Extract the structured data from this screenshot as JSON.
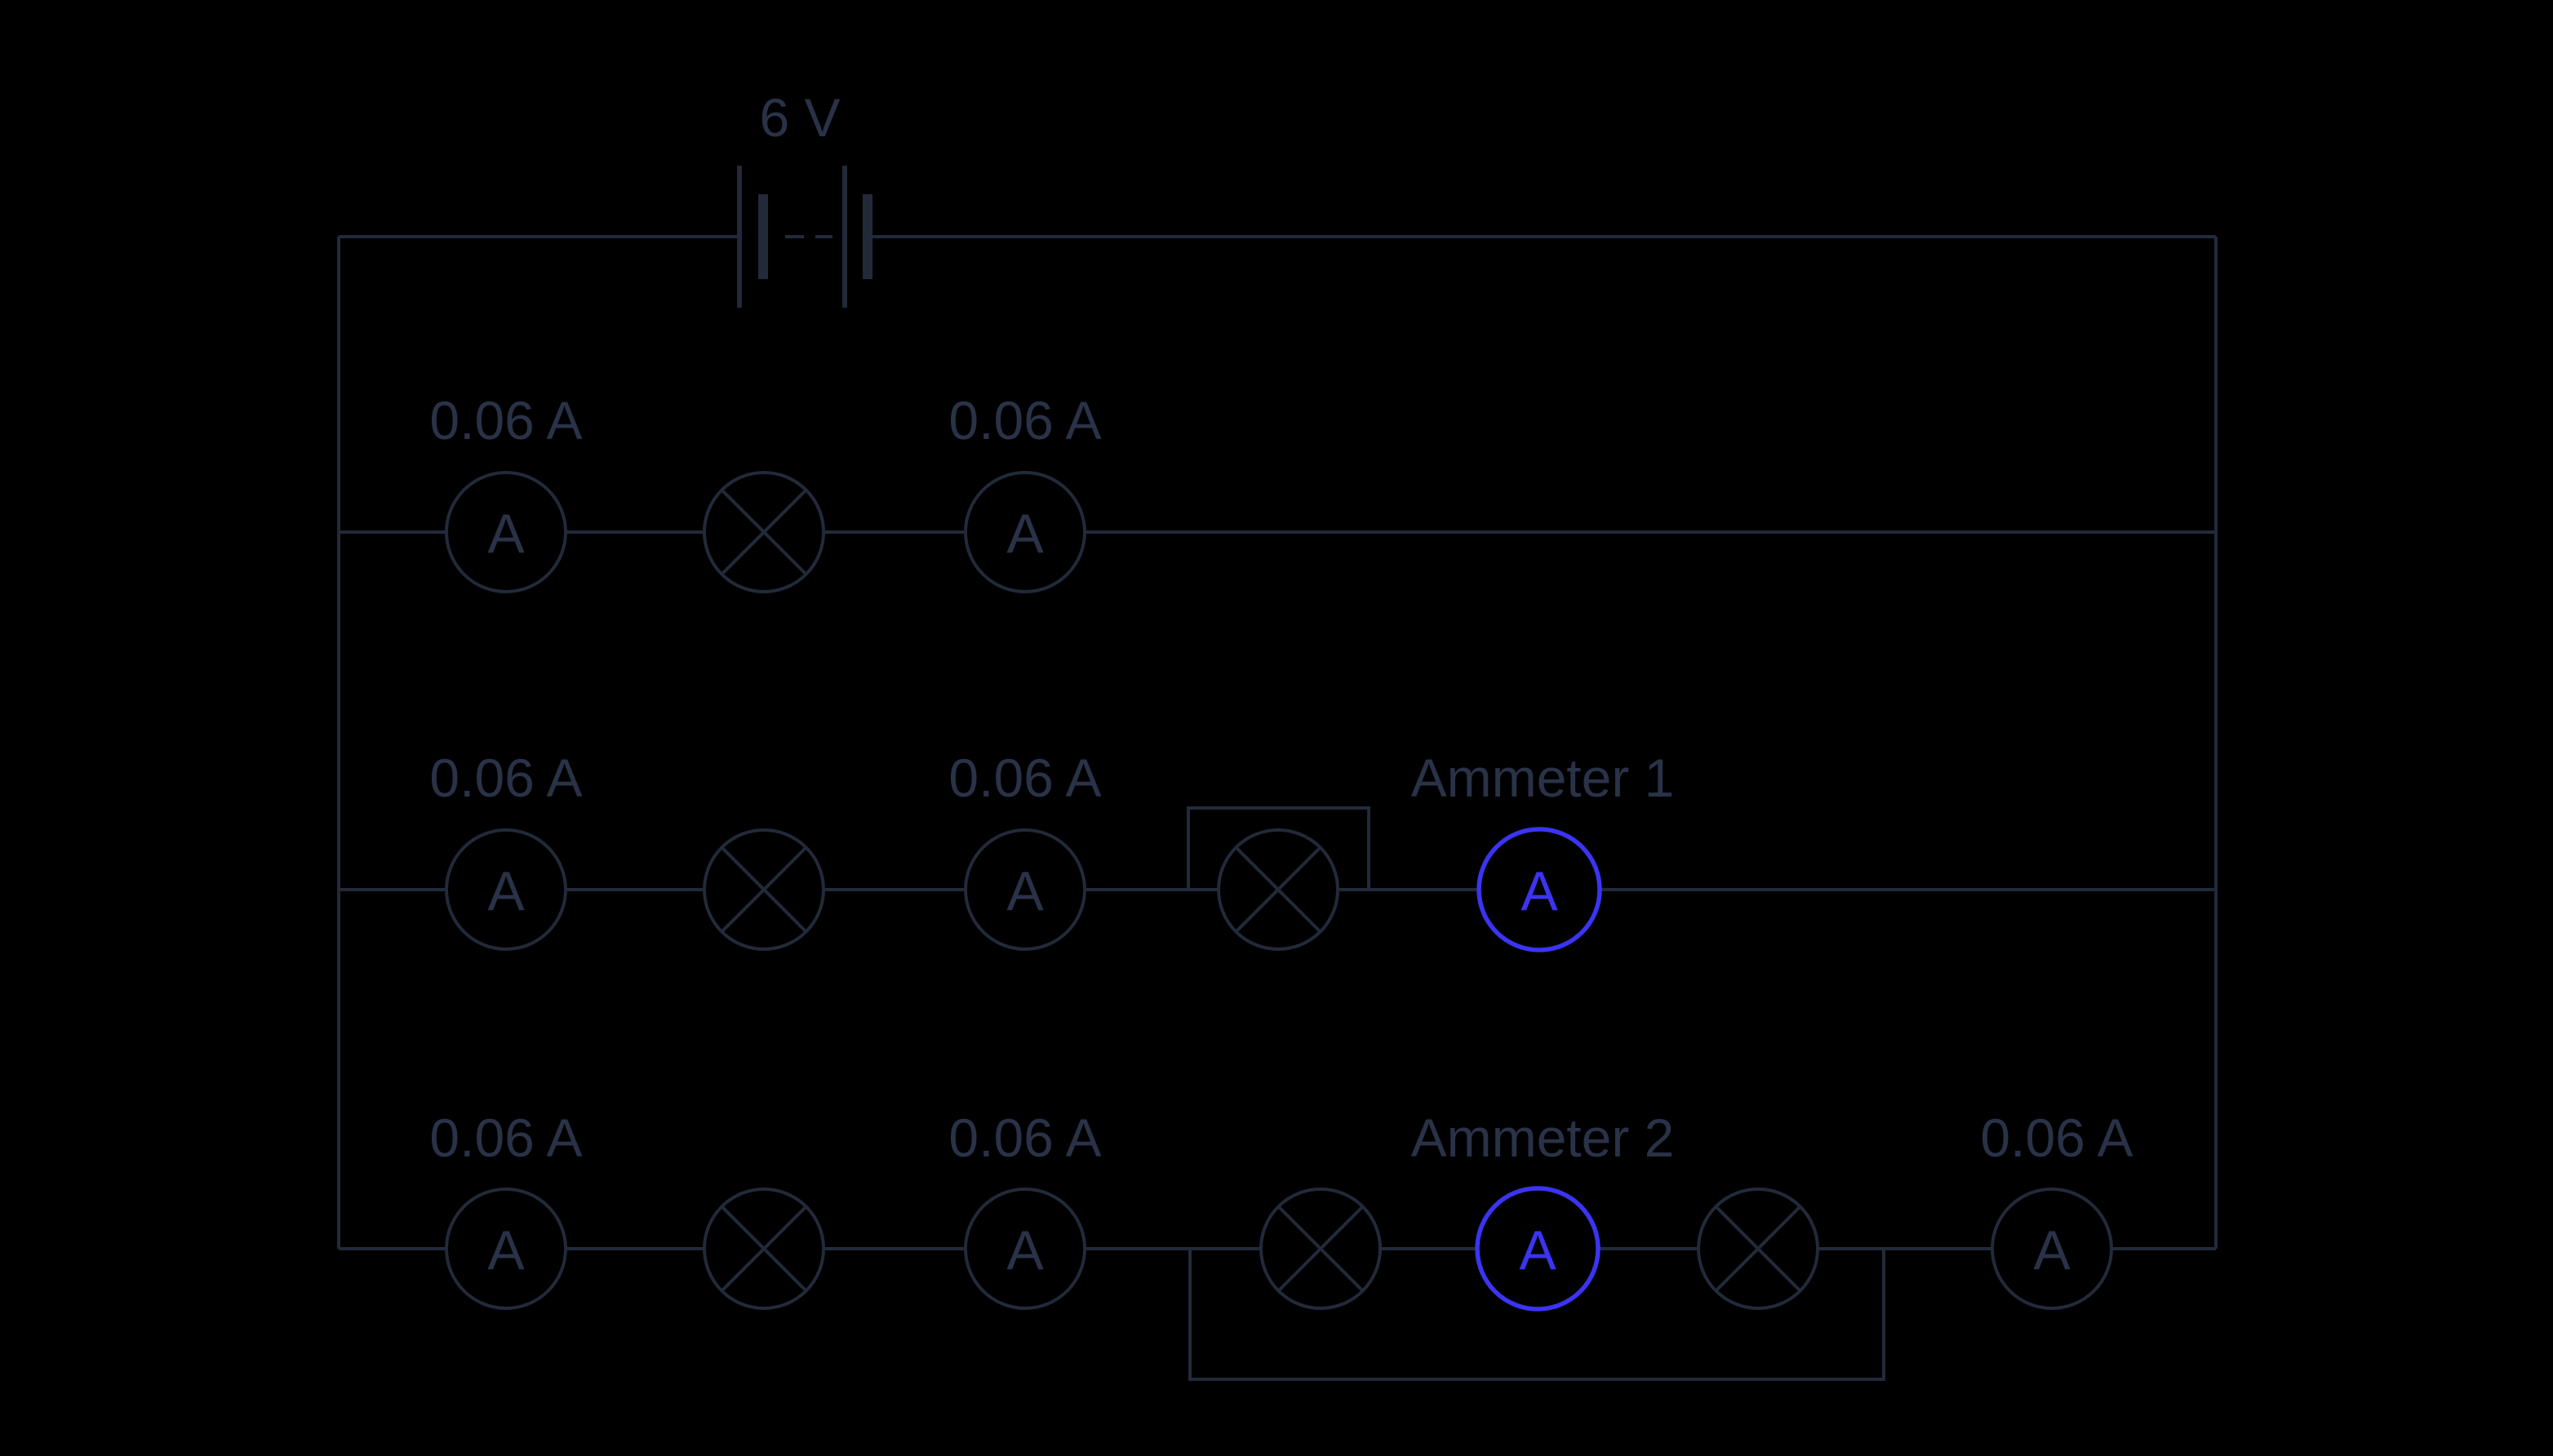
{
  "diagram": {
    "colors": {
      "background": "#000000",
      "wire": "#222A3A",
      "text": "#2A3248",
      "highlight_blue": "#3B34F2"
    },
    "battery": {
      "label": "6 V"
    },
    "meter_letter": "A",
    "branch1": {
      "readings": [
        "0.06 A",
        "0.06 A"
      ]
    },
    "branch2": {
      "readings": [
        "0.06 A",
        "0.06 A"
      ],
      "ammeter_label": "Ammeter 1"
    },
    "branch3": {
      "readings": [
        "0.06 A",
        "0.06 A",
        "0.06 A"
      ],
      "ammeter_label": "Ammeter 2"
    }
  }
}
